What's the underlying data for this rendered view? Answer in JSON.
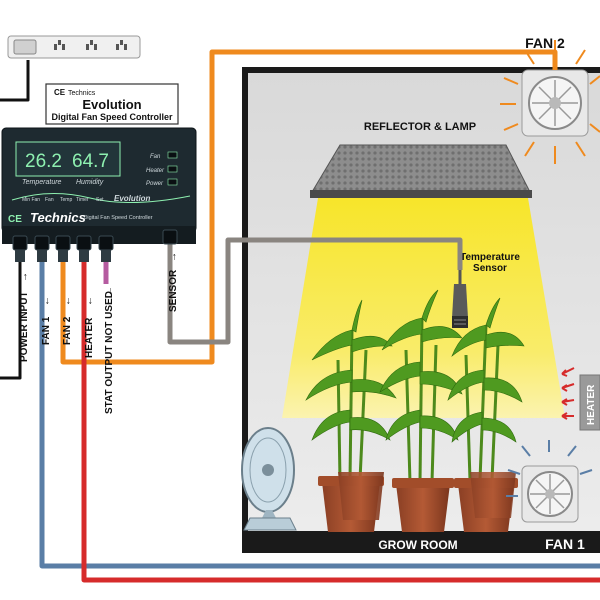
{
  "brand": {
    "logo_prefix": "CE",
    "name": "Technics"
  },
  "product": {
    "title": "Evolution",
    "subtitle": "Digital Fan Speed Controller"
  },
  "controller": {
    "display_temperature": "26.2",
    "display_humidity": "64.7",
    "label_temperature": "Temperature",
    "label_humidity": "Humidity",
    "indicators": [
      "Fan",
      "Heater",
      "Power"
    ],
    "strip_labels": [
      "Min Fan",
      "Fan",
      "Temp",
      "Timer",
      "Set"
    ],
    "strip_brand": "Evolution",
    "footer_text": "Digital Fan Speed Controller",
    "brand": "Technics"
  },
  "ports": [
    {
      "label": "POWER INPUT",
      "arrow": "→"
    },
    {
      "label": "FAN 1",
      "arrow": "←"
    },
    {
      "label": "FAN 2",
      "arrow": "←"
    },
    {
      "label": "HEATER",
      "arrow": "←"
    },
    {
      "label": "STAT OUTPUT NOT USED",
      "arrow": "←"
    }
  ],
  "sensor_port": {
    "label": "SENSOR",
    "arrow": "→"
  },
  "room": {
    "label": "GROW ROOM",
    "lamp_label": "REFLECTOR & LAMP",
    "sensor_label_line1": "Temperature",
    "sensor_label_line2": "Sensor",
    "heater_label": "HEATER",
    "fan1_label": "FAN 1",
    "fan2_label": "FAN 2"
  },
  "colors": {
    "orange_cable": "#ef8a1e",
    "blue_cable": "#5a7ea6",
    "red_cable": "#d62b2b",
    "grey_cable": "#8a8580",
    "black_cable": "#111111",
    "controller_body": "#1e2a30",
    "display_green": "#8ef0b0",
    "light_yellow": "#f5e430"
  }
}
